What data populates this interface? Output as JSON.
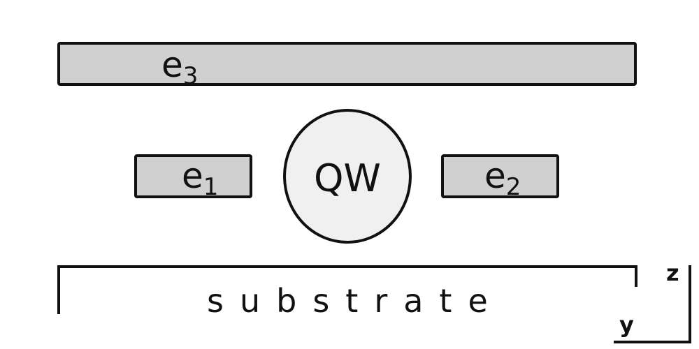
{
  "electrodes": {
    "e3": {
      "base": "e",
      "sub": "3"
    },
    "e1": {
      "base": "e",
      "sub": "1"
    },
    "e2": {
      "base": "e",
      "sub": "2"
    }
  },
  "quantum_wire": {
    "label": "QW"
  },
  "substrate": {
    "label": "substrate"
  },
  "axes": {
    "z": "z",
    "y": "y"
  }
}
